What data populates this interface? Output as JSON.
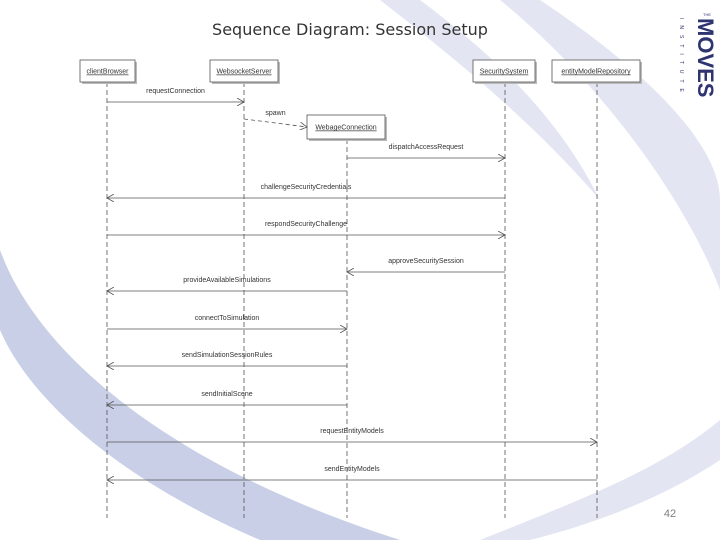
{
  "slide": {
    "title": "Sequence Diagram: Session Setup",
    "page_number": "42"
  },
  "logo": {
    "top_text": "THE",
    "main_text": "MOVES",
    "side_text": "INSTITUTE"
  },
  "participants": [
    {
      "id": "client",
      "label": "clientBrowser"
    },
    {
      "id": "server",
      "label": "WebsocketServer"
    },
    {
      "id": "security",
      "label": "SecuritySystem"
    },
    {
      "id": "repo",
      "label": "entityModelRepository"
    },
    {
      "id": "conn",
      "label": "WebageConnection"
    }
  ],
  "messages": [
    {
      "label": "requestConnection",
      "from": "client",
      "to": "server",
      "style": "solid"
    },
    {
      "label": "spawn",
      "from": "server",
      "to": "conn",
      "style": "dashed"
    },
    {
      "label": "dispatchAccessRequest",
      "from": "conn",
      "to": "security",
      "style": "solid"
    },
    {
      "label": "challengeSecurityCredentials",
      "from": "security",
      "to": "client",
      "style": "solid"
    },
    {
      "label": "respondSecurityChallenge",
      "from": "client",
      "to": "security",
      "style": "solid"
    },
    {
      "label": "approveSecuritySession",
      "from": "security",
      "to": "conn",
      "style": "solid"
    },
    {
      "label": "provideAvailableSimulations",
      "from": "conn",
      "to": "client",
      "style": "solid"
    },
    {
      "label": "connectToSimulation",
      "from": "client",
      "to": "conn",
      "style": "solid"
    },
    {
      "label": "sendSimulationSessionRules",
      "from": "conn",
      "to": "client",
      "style": "solid"
    },
    {
      "label": "sendInitialScene",
      "from": "conn",
      "to": "client",
      "style": "solid"
    },
    {
      "label": "requestEntityModels",
      "from": "client",
      "to": "repo",
      "style": "solid"
    },
    {
      "label": "sendEntityModels",
      "from": "repo",
      "to": "client",
      "style": "solid"
    }
  ],
  "colors": {
    "swoosh": "#c9cfe6",
    "swoosh_light": "#e3e6f2",
    "line": "#555555",
    "logo": "#2e3470"
  }
}
